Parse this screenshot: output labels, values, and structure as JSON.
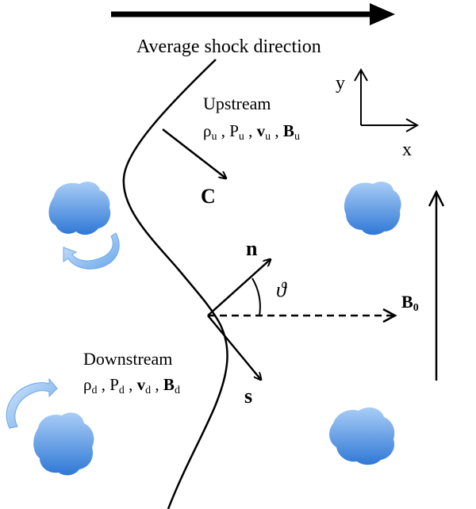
{
  "title": "Average shock direction",
  "upstream": {
    "label": "Upstream",
    "rho": "ρ",
    "rho_sub": "u",
    "p": "P",
    "p_sub": "u",
    "v": "v",
    "v_sub": "u",
    "b": "B",
    "b_sub": "u"
  },
  "downstream": {
    "label": "Downstream",
    "rho": "ρ",
    "rho_sub": "d",
    "p": "P",
    "p_sub": "d",
    "v": "v",
    "v_sub": "d",
    "b": "B",
    "b_sub": "d"
  },
  "vectors": {
    "c": "C",
    "n": "n",
    "s": "s",
    "theta": "ϑ",
    "b0": "B",
    "b0_sub": "0"
  },
  "axes": {
    "x": "x",
    "y": "y"
  },
  "colors": {
    "line": "#000000",
    "cloud_light": "#a9cdf6",
    "cloud_dark": "#2f78d6",
    "swirl_light": "#d3e6fb",
    "swirl_dark": "#6aa7ea"
  },
  "icons": [
    "cloud-icon",
    "swirl-arrow-icon"
  ]
}
